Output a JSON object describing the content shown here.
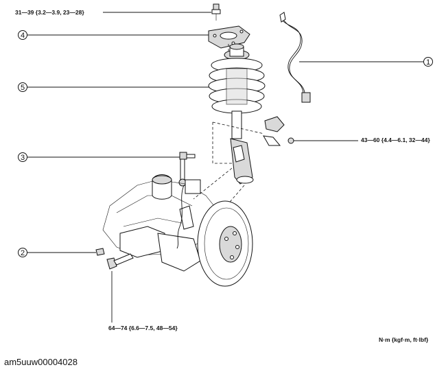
{
  "torque_specs": {
    "top_nut": "31—39 {3.2—3.9, 23—28}",
    "bracket_nut": "43—60 {4.4—6.1, 32—44}",
    "lower_bolt": "64—74 {6.6—7.5, 48—54}"
  },
  "callouts": [
    "1",
    "2",
    "3",
    "4",
    "5"
  ],
  "units_label": "N·m {kgf·m, ft·lbf}",
  "document_id": "am5uuw00004028"
}
